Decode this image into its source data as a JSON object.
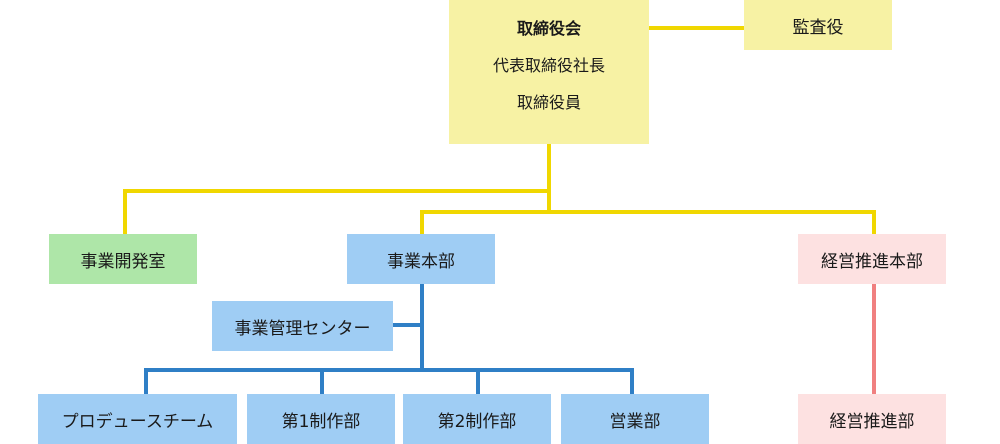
{
  "org_chart": {
    "board": {
      "title": "取締役会",
      "members": [
        "代表取締役社長",
        "取締役員"
      ]
    },
    "auditor": "監査役",
    "business_dev_office": "事業開発室",
    "business_hq": "事業本部",
    "management_promotion_hq": "経営推進本部",
    "business_management_center": "事業管理センター",
    "produce_team": "プロデュースチーム",
    "production_dept_1": "第1制作部",
    "production_dept_2": "第2制作部",
    "sales_dept": "営業部",
    "management_promotion_dept": "経営推進部",
    "colors": {
      "board_box": "#f7f2a4",
      "dev_office_box": "#aee6a8",
      "business_box": "#9fcdf4",
      "promotion_box": "#fde1e1",
      "line_main": "#f0d700",
      "line_business": "#2f7fc6",
      "line_promotion": "#f08080"
    }
  }
}
